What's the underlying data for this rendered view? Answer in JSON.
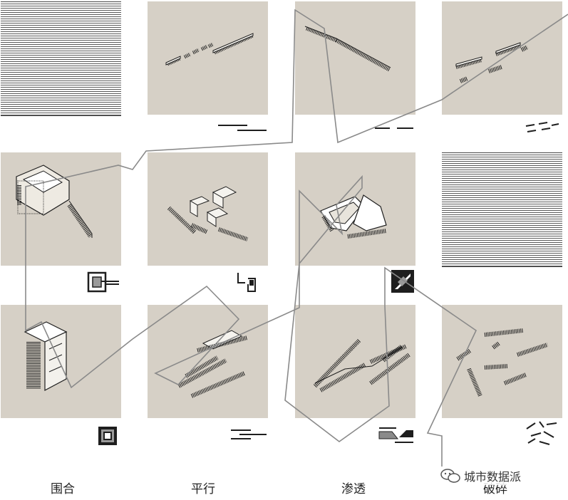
{
  "labels": {
    "col1": "围合",
    "col2": "平行",
    "col3": "渗透",
    "col4": "破碎"
  },
  "watermark": {
    "text": "城市数据派",
    "icon": "wechat-icon"
  },
  "colors": {
    "paper": "#d6d0c6",
    "line": "#8a8a8a",
    "ink": "#1e1e1e"
  }
}
